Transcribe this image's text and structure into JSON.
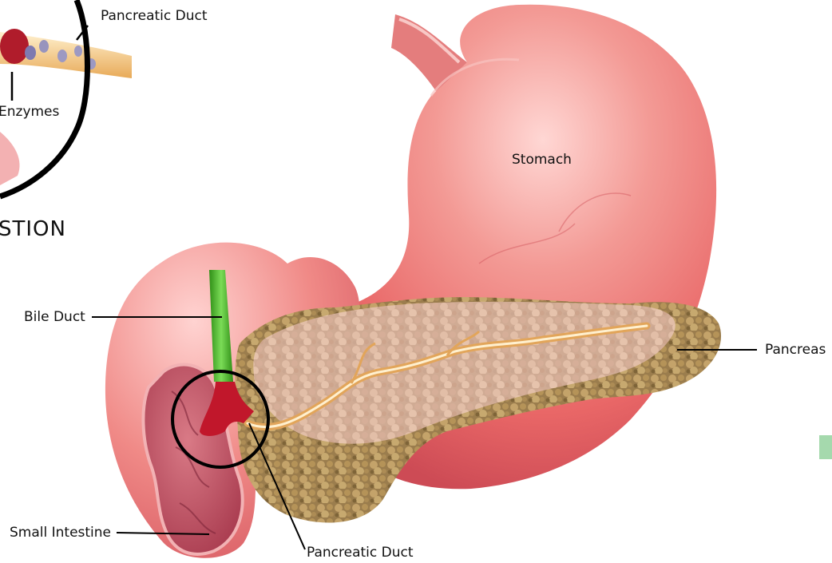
{
  "labels": {
    "inset_pancreatic_duct": "Pancreatic Duct",
    "inset_enzymes": "Enzymes",
    "inset_heading_fragment": "STION",
    "stomach": "Stomach",
    "bile_duct": "Bile Duct",
    "pancreas": "Pancreas",
    "small_intestine": "Small Intestine",
    "pancreatic_duct": "Pancreatic Duct"
  },
  "colors": {
    "stomach": "#e86a6a",
    "stomach_highlight": "#ffd2d0",
    "pancreas": "#a88a5c",
    "pancreatic_duct": "#f1c47f",
    "bile_duct": "#56b62e",
    "intestine_wall": "#c24e5e",
    "outline": "#000000"
  }
}
